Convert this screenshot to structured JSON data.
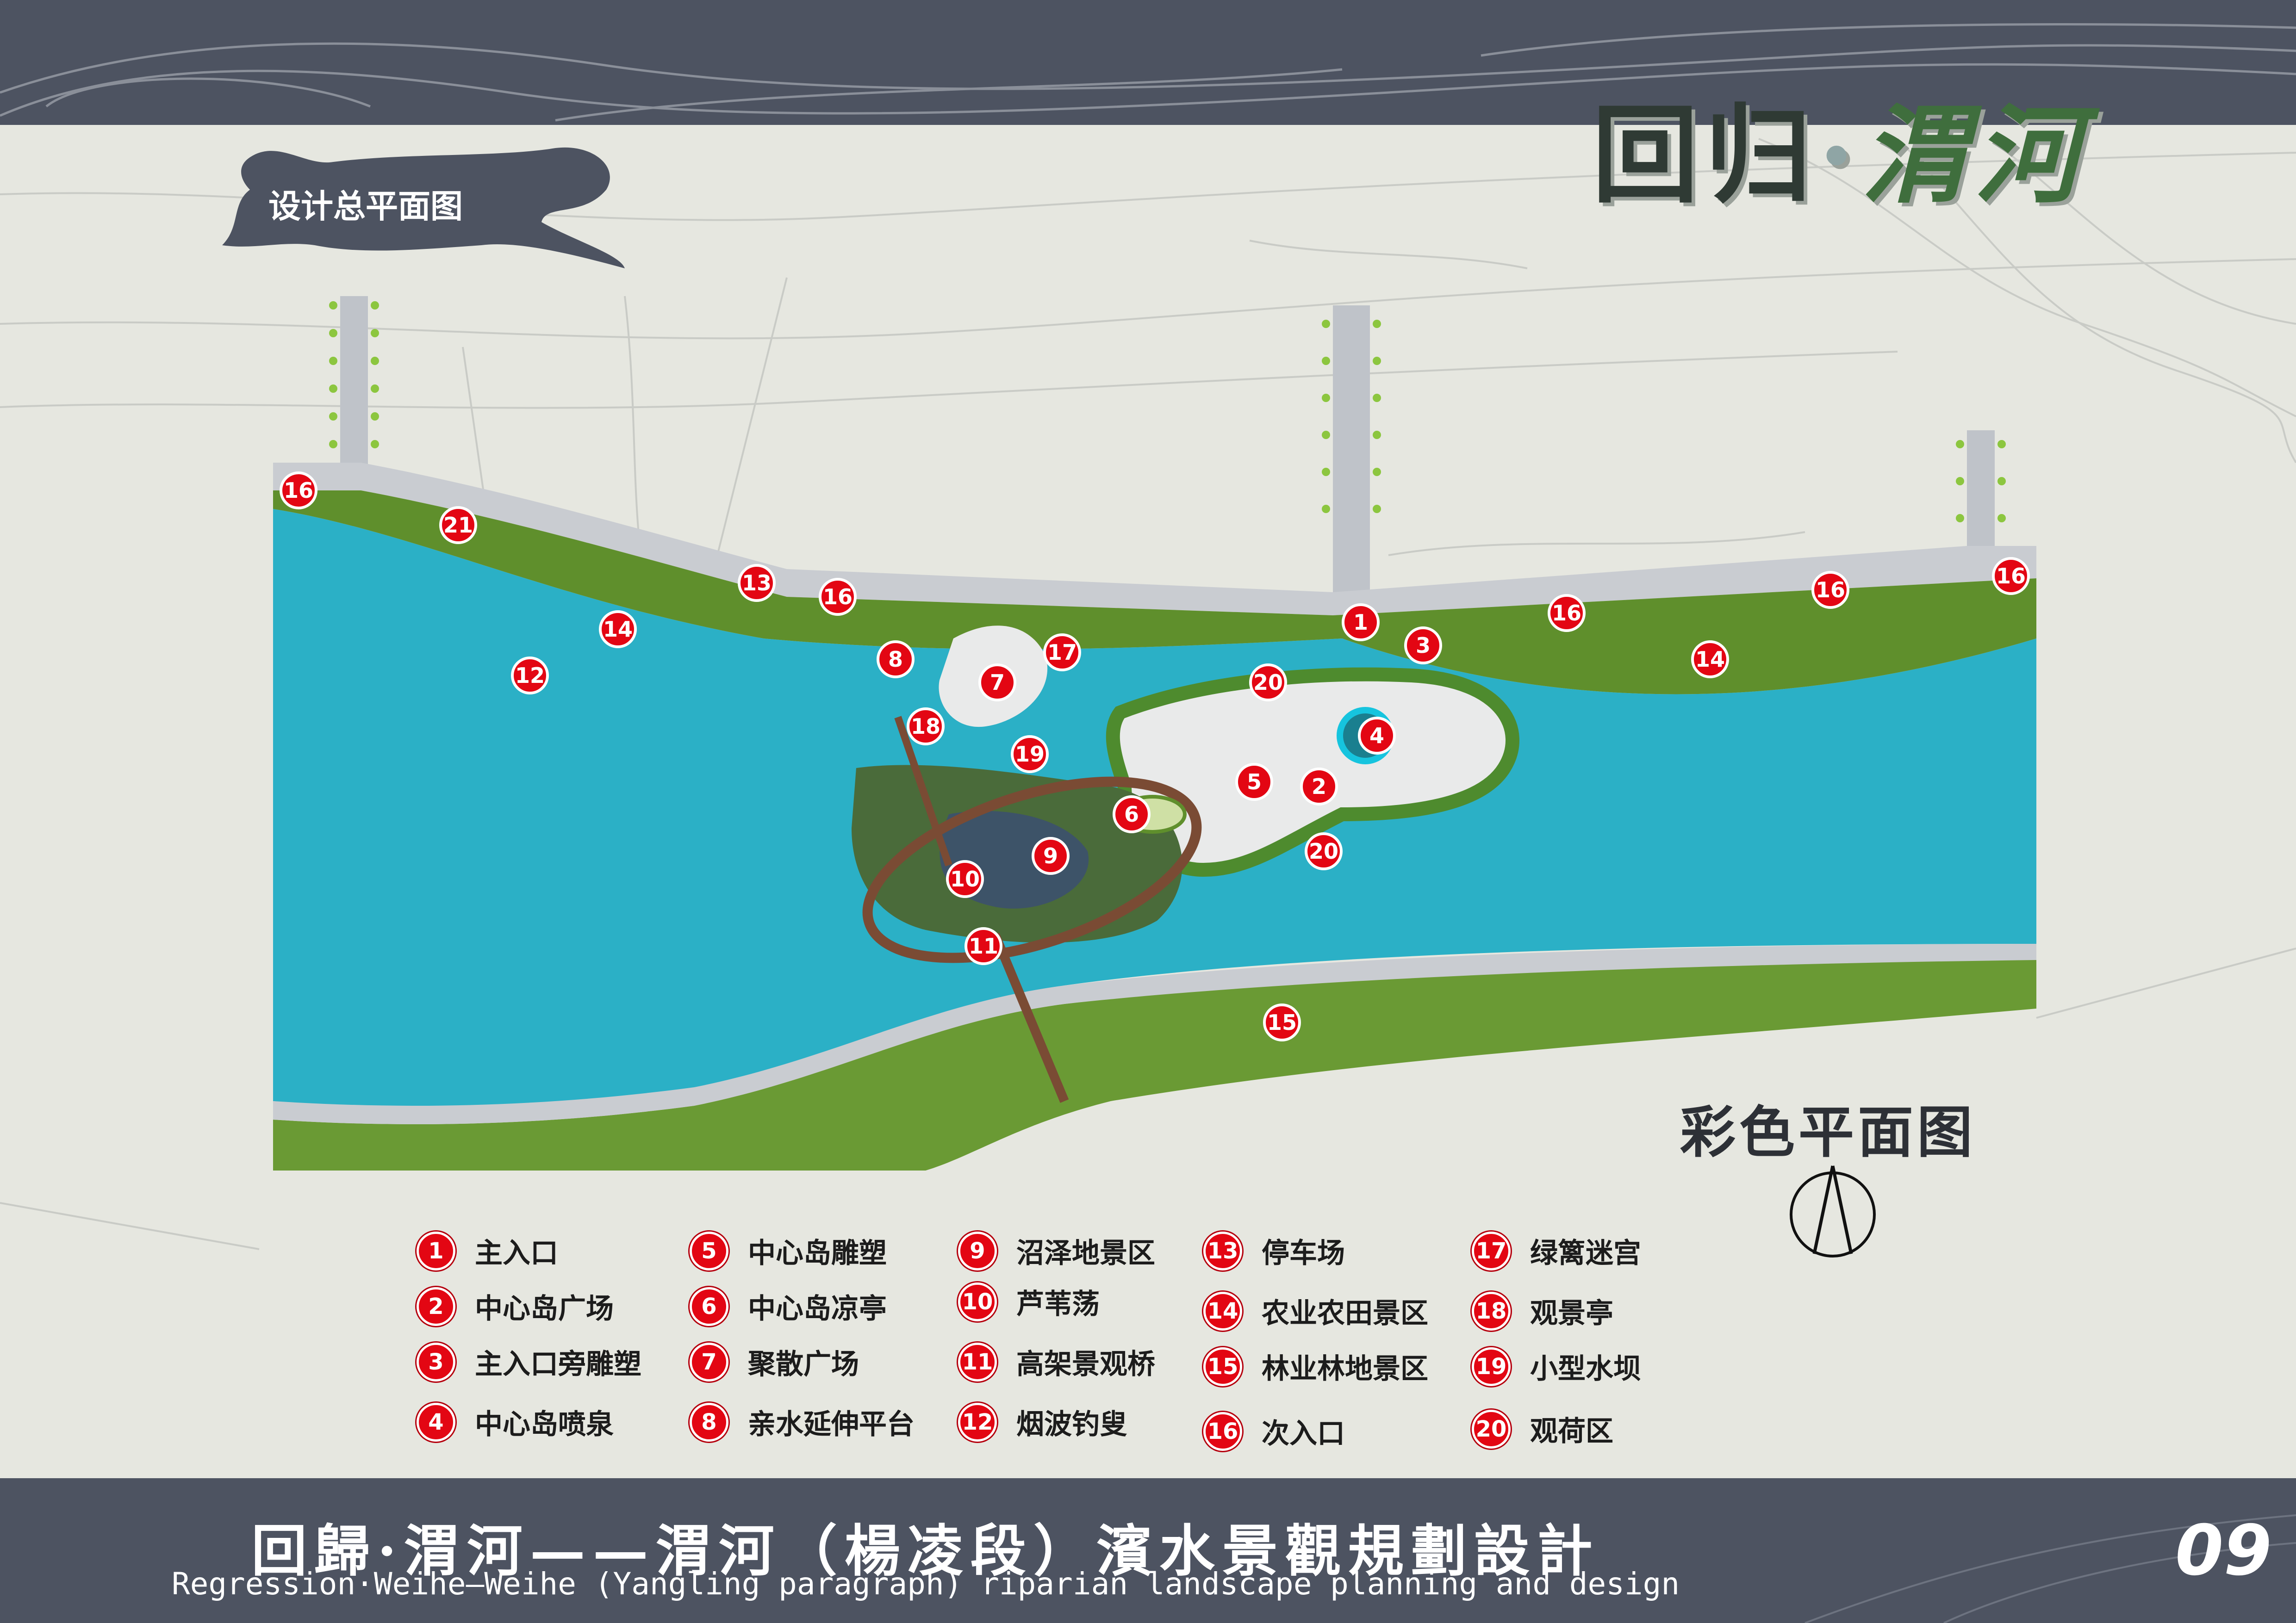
{
  "header": {
    "title_main": "回归",
    "title_dot": "·",
    "title_river": "渭河",
    "section_label": "设计总平面图"
  },
  "plan": {
    "caption": "彩色平面图",
    "north_arrow_icon": "north-arrow-icon",
    "markers": [
      "16",
      "21",
      "13",
      "16",
      "14",
      "12",
      "8",
      "7",
      "17",
      "1",
      "3",
      "16",
      "16",
      "14",
      "16",
      "18",
      "19",
      "20",
      "4",
      "5",
      "2",
      "6",
      "9",
      "10",
      "20",
      "11",
      "15"
    ]
  },
  "legend": [
    {
      "num": "1",
      "label": "主入口"
    },
    {
      "num": "2",
      "label": "中心岛广场"
    },
    {
      "num": "3",
      "label": "主入口旁雕塑"
    },
    {
      "num": "4",
      "label": "中心岛喷泉"
    },
    {
      "num": "5",
      "label": "中心岛雕塑"
    },
    {
      "num": "6",
      "label": "中心岛凉亭"
    },
    {
      "num": "7",
      "label": "聚散广场"
    },
    {
      "num": "8",
      "label": "亲水延伸平台"
    },
    {
      "num": "9",
      "label": "沼泽地景区"
    },
    {
      "num": "10",
      "label": "芦苇荡"
    },
    {
      "num": "11",
      "label": "高架景观桥"
    },
    {
      "num": "12",
      "label": "烟波钓叟"
    },
    {
      "num": "13",
      "label": "停车场"
    },
    {
      "num": "14",
      "label": "农业农田景区"
    },
    {
      "num": "15",
      "label": "林业林地景区"
    },
    {
      "num": "16",
      "label": "次入口"
    },
    {
      "num": "17",
      "label": "绿篱迷宫"
    },
    {
      "num": "18",
      "label": "观景亭"
    },
    {
      "num": "19",
      "label": "小型水坝"
    },
    {
      "num": "20",
      "label": "观荷区"
    }
  ],
  "footer": {
    "title": "回歸·渭河——渭河（楊凌段）濱水景觀規劃設計",
    "subtitle": "Regression·Weihe—Weihe (Yangling paragraph) riparian landscape planning and design",
    "page_number": "09"
  },
  "colors": {
    "band": "#4d5361",
    "paper": "#e6e7e0",
    "water": "#2bb0c6",
    "greenery": "#5f8f2c",
    "road": "#bfc3c9",
    "marker": "#e30613"
  }
}
